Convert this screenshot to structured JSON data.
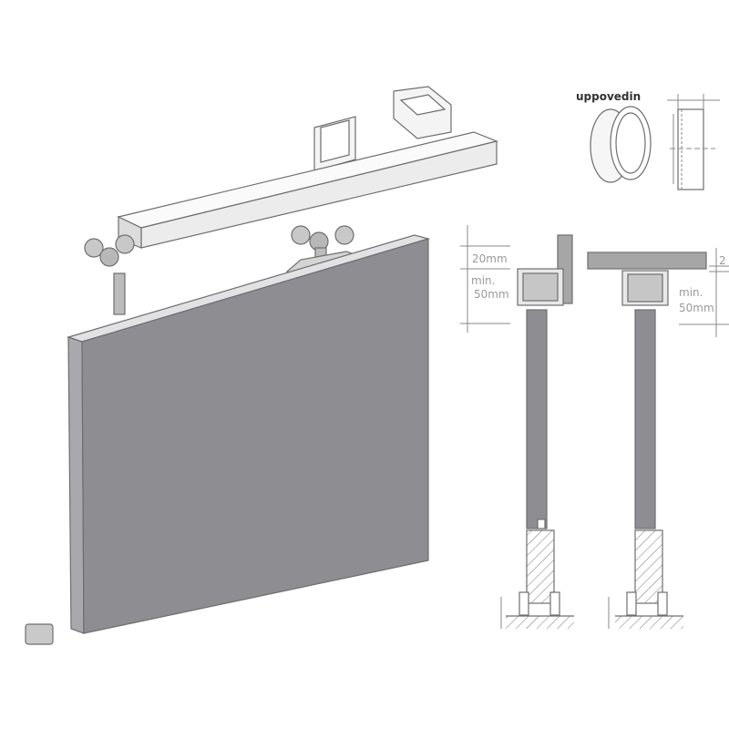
{
  "diagram": {
    "title_label": "uppovedin",
    "dimensions": {
      "left_top": "20mm",
      "left_min_line1": "min.",
      "left_min_line2": "50mm",
      "right_top": "2",
      "right_min_line1": "min.",
      "right_min_line2": "50mm"
    },
    "colors": {
      "door": "#8e8e92",
      "door_side": "#a9a9ad",
      "rail": "#f2f2f2",
      "outline": "#6e6e6e"
    }
  }
}
